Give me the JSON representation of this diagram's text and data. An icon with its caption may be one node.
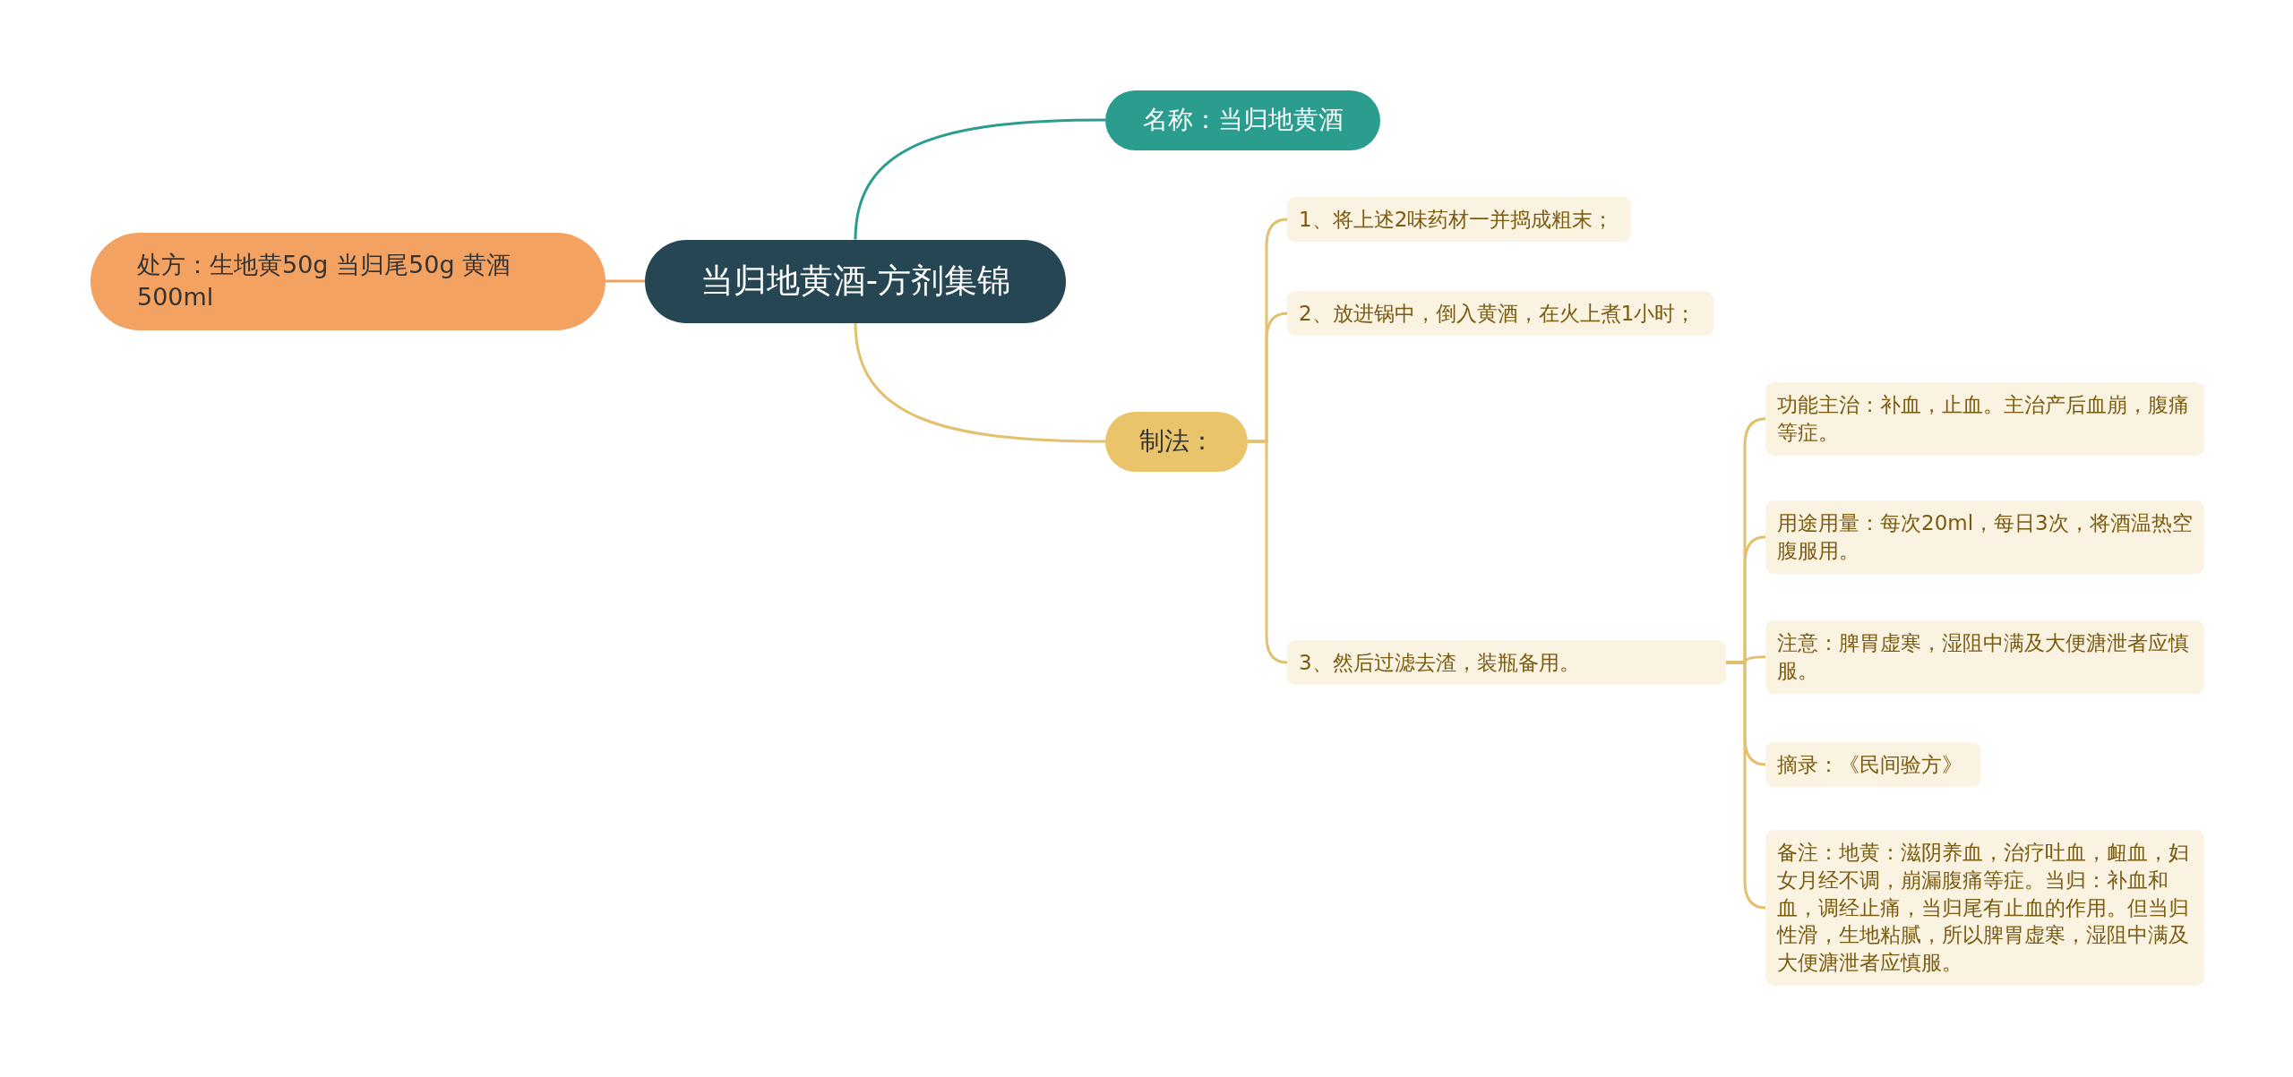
{
  "diagram": {
    "nodes": [
      {
        "text": [
          "当归地黄酒-方剂集锦"
        ]
      },
      {
        "text": [
          "处方：生地黄50g 当归尾50g 黄酒 500ml"
        ]
      },
      {
        "text": [
          "名称：当归地黄酒"
        ]
      },
      {
        "text": [
          "制法："
        ]
      },
      {
        "text": [
          "1、将上述2味药材一并捣成粗末；"
        ]
      },
      {
        "text": [
          "2、放进锅中，倒入黄酒，在火上煮1小时；"
        ]
      },
      {
        "text": [
          "3、然后过滤去渣，装瓶备用。"
        ]
      },
      {
        "text": [
          "功能主治：补血，止血。主治产后血崩，腹痛等症。"
        ]
      },
      {
        "text": [
          "用途用量：每次20ml，每日3次，将酒温热空腹服用。"
        ]
      },
      {
        "text": [
          "注意：脾胃虚寒，湿阻中满及大便溏泄者应慎服。"
        ]
      },
      {
        "text": [
          "摘录：《民间验方》"
        ]
      },
      {
        "text": [
          "备注：地黄：滋阴养血，治疗吐血，衄血，妇女月经不调，崩漏腹痛等症。当归：补血和血，调经止痛，当归尾有止血的作用。但当归性滑，生地粘腻，所以脾胃虚寒，湿阻中满及大便溏泄者应慎服。"
        ]
      }
    ],
    "edges": [
      {
        "from": 0,
        "to": 1,
        "arrow": "none",
        "color": "#f4a261"
      },
      {
        "from": 0,
        "to": 2,
        "arrow": "none",
        "color": "#2a9d8f"
      },
      {
        "from": 0,
        "to": 3,
        "arrow": "none"
      },
      {
        "from": 3,
        "to": 4,
        "arrow": "none"
      },
      {
        "from": 3,
        "to": 5,
        "arrow": "none"
      },
      {
        "from": 3,
        "to": 6,
        "arrow": "none"
      },
      {
        "from": 6,
        "to": 7,
        "arrow": "none"
      },
      {
        "from": 6,
        "to": 8,
        "arrow": "none"
      },
      {
        "from": 6,
        "to": 9,
        "arrow": "none"
      },
      {
        "from": 6,
        "to": 10,
        "arrow": "none"
      },
      {
        "from": 6,
        "to": 11,
        "arrow": "none"
      }
    ]
  }
}
